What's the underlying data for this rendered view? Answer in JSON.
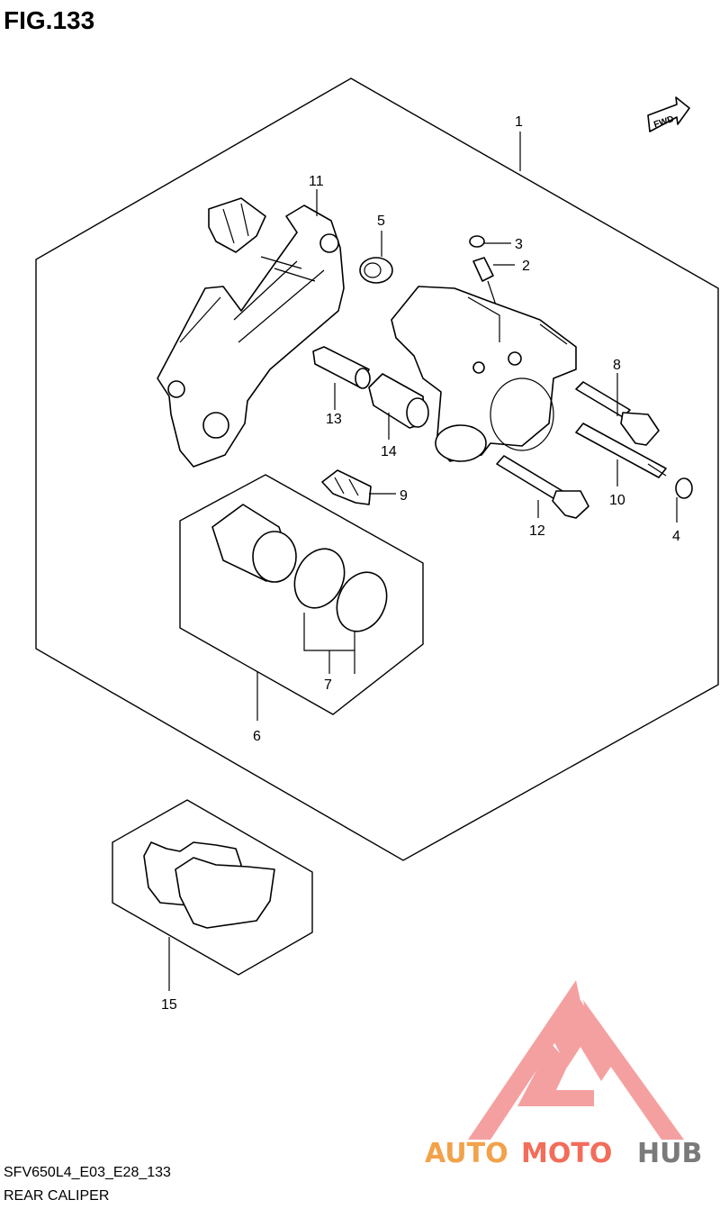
{
  "figure": {
    "title": "FIG.133",
    "code": "SFV650L4_E03_E28_133",
    "name": "REAR CALIPER",
    "fwd_label": "FWD"
  },
  "callouts": {
    "c1": "1",
    "c2": "2",
    "c3": "3",
    "c4": "4",
    "c5": "5",
    "c6": "6",
    "c7": "7",
    "c8": "8",
    "c9": "9",
    "c10": "10",
    "c11": "11",
    "c12": "12",
    "c13": "13",
    "c14": "14",
    "c15": "15"
  },
  "watermark": {
    "part1": "AUTO",
    "part2": "MOTO",
    "part3": "HUB",
    "colors": {
      "auto": "#f2a24a",
      "moto": "#f26d5a",
      "hub": "#7a7a7a",
      "logo": "#f5a0a0"
    }
  }
}
